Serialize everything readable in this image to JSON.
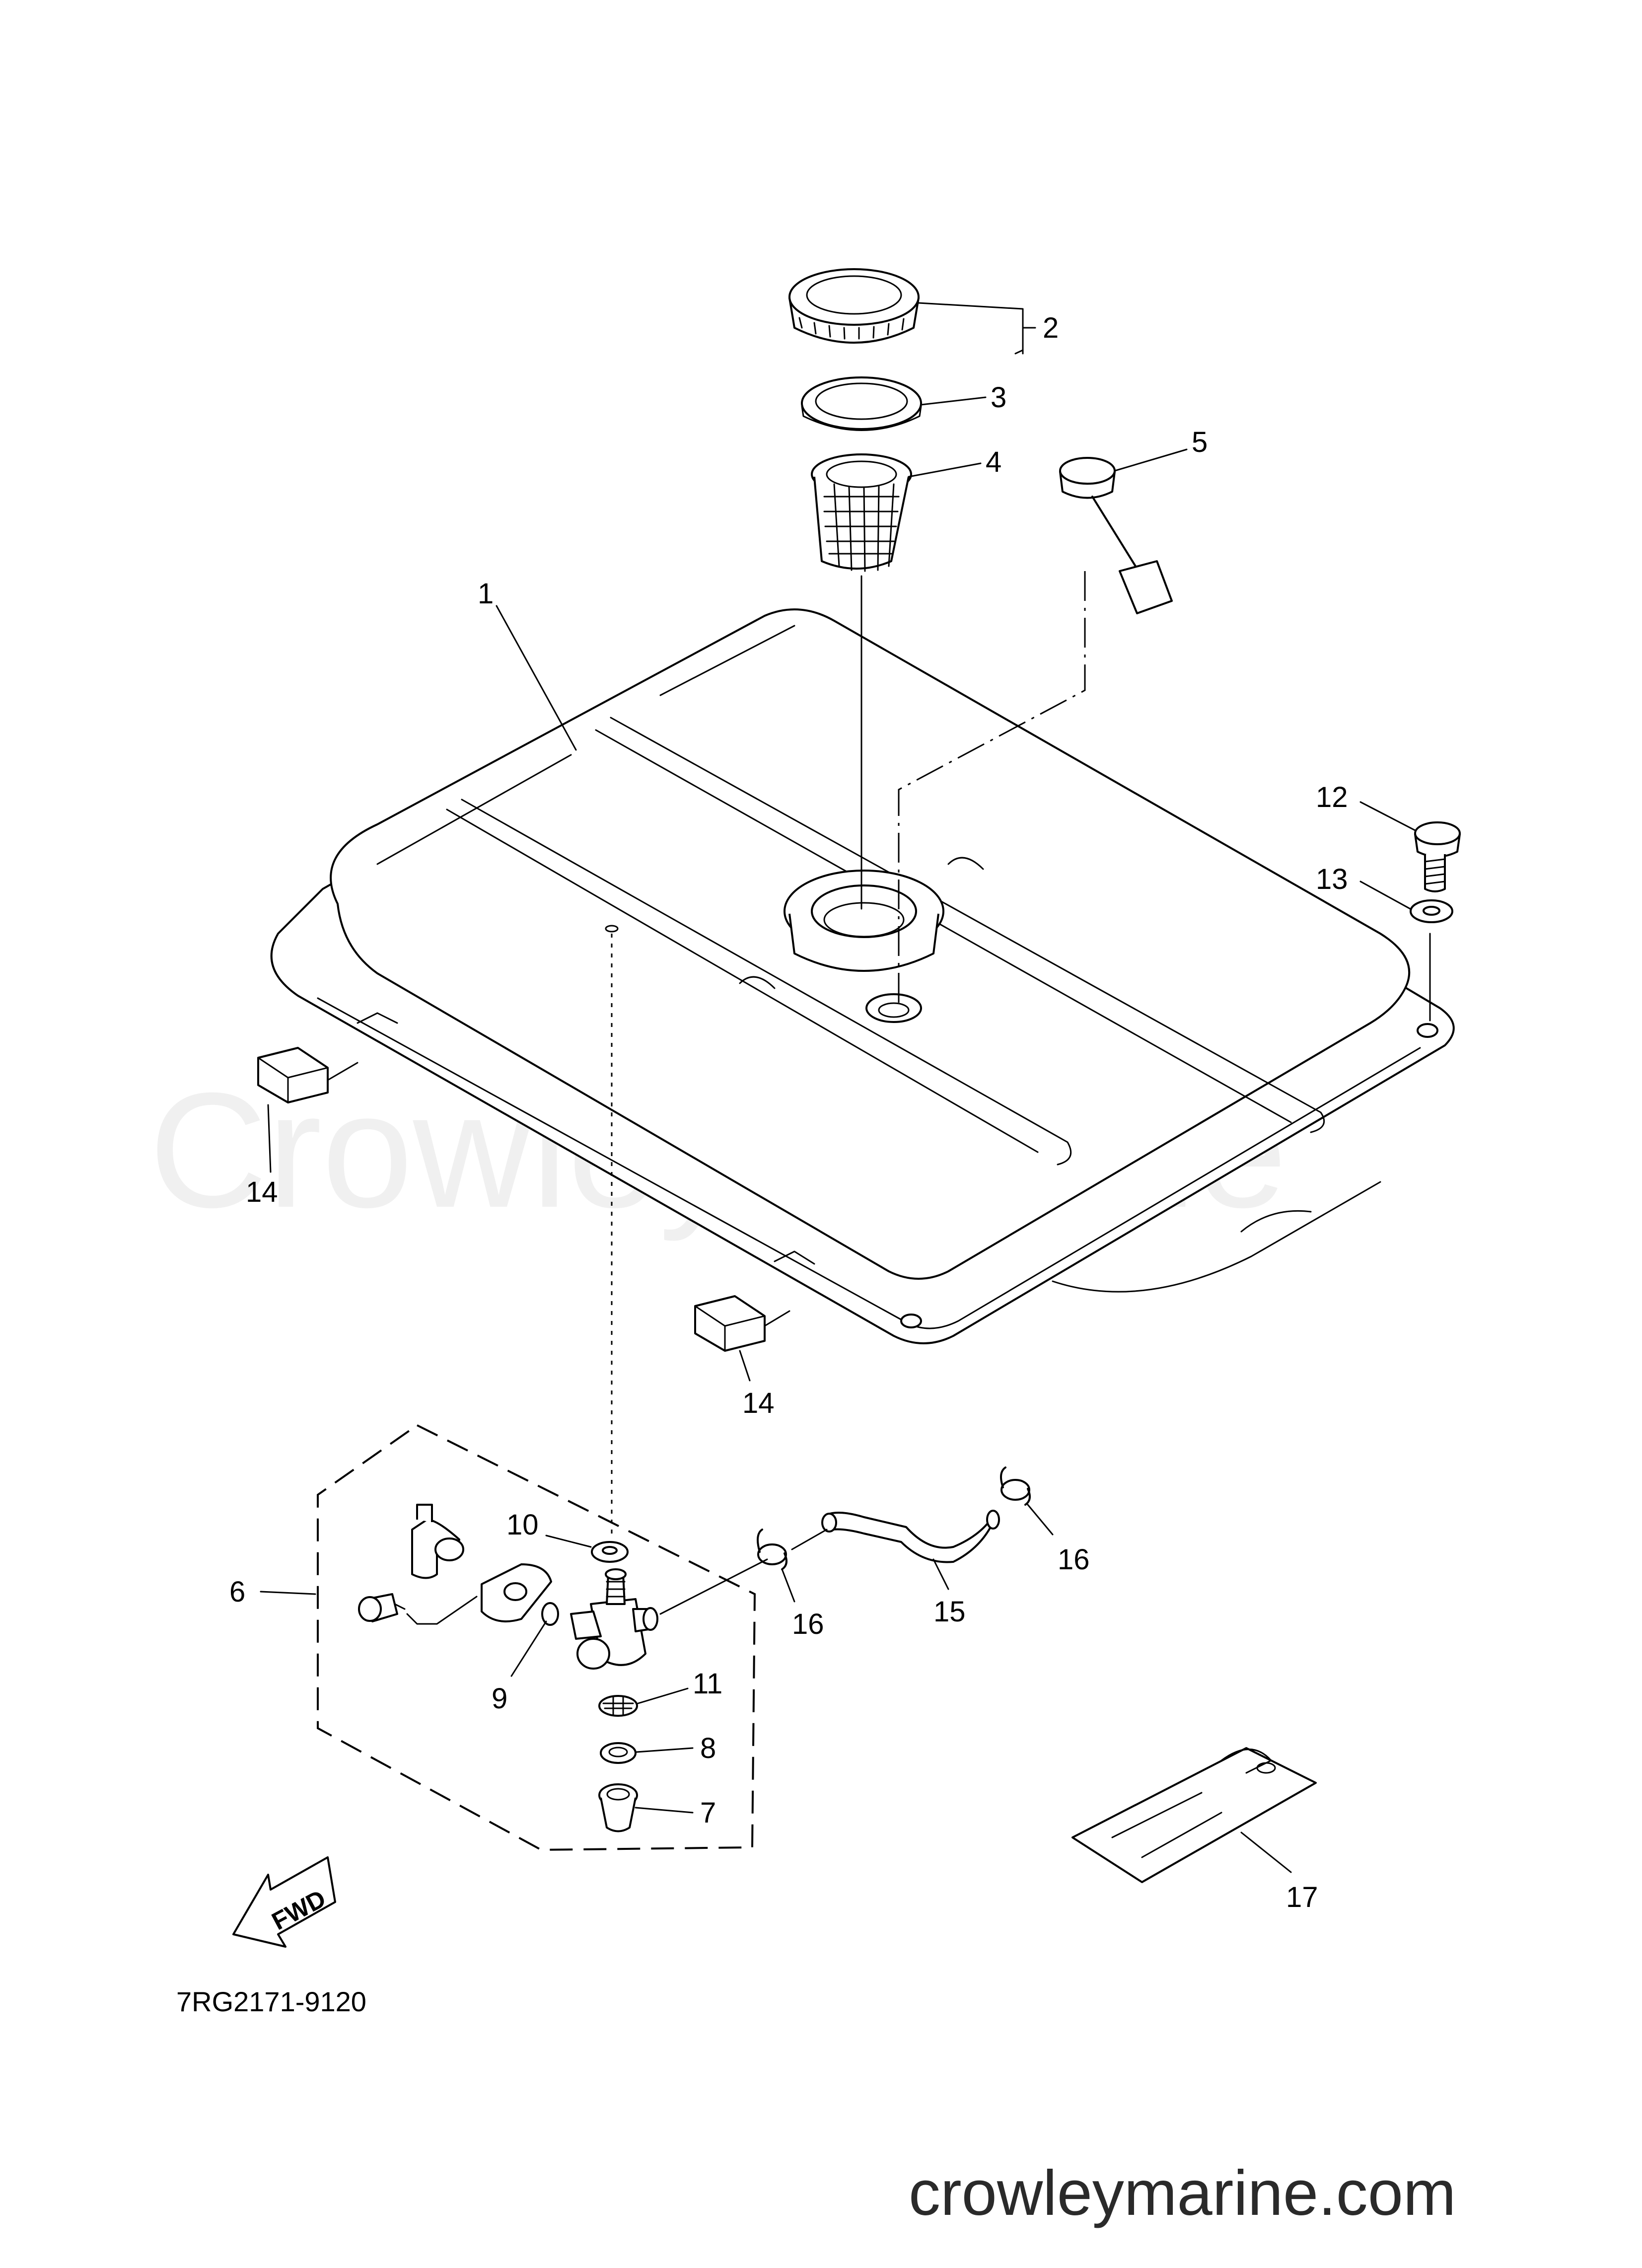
{
  "diagram": {
    "part_code": "7RG2171-9120",
    "watermark": "Crowley Marine",
    "website": "crowleymarine.com",
    "fwd_label": "FWD",
    "callouts": {
      "c1": "1",
      "c2": "2",
      "c3": "3",
      "c4": "4",
      "c5": "5",
      "c6": "6",
      "c7": "7",
      "c8": "8",
      "c9": "9",
      "c10": "10",
      "c11": "11",
      "c12": "12",
      "c13": "13",
      "c14a": "14",
      "c14b": "14",
      "c15": "15",
      "c16a": "16",
      "c16b": "16",
      "c17": "17"
    }
  }
}
